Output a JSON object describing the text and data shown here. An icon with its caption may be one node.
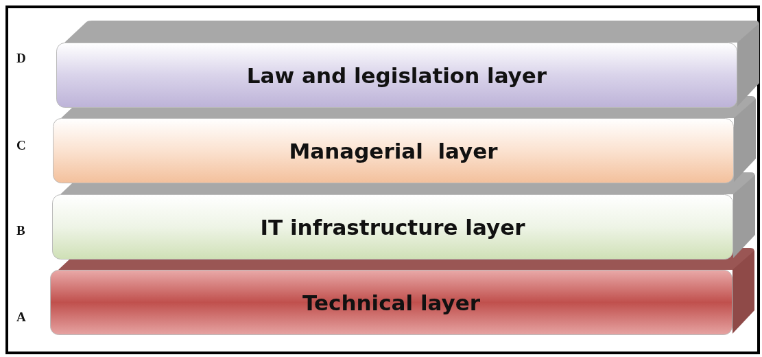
{
  "diagram": {
    "nodes": [
      {
        "text": [
          "Law and legislation layer"
        ],
        "beside": [
          "D"
        ]
      },
      {
        "text": [
          "Managerial  layer"
        ],
        "beside": [
          "C"
        ]
      },
      {
        "text": [
          "IT infrastructure layer"
        ],
        "beside": [
          "B"
        ]
      },
      {
        "text": [
          "Technical layer"
        ],
        "beside": [
          "A"
        ]
      }
    ]
  }
}
